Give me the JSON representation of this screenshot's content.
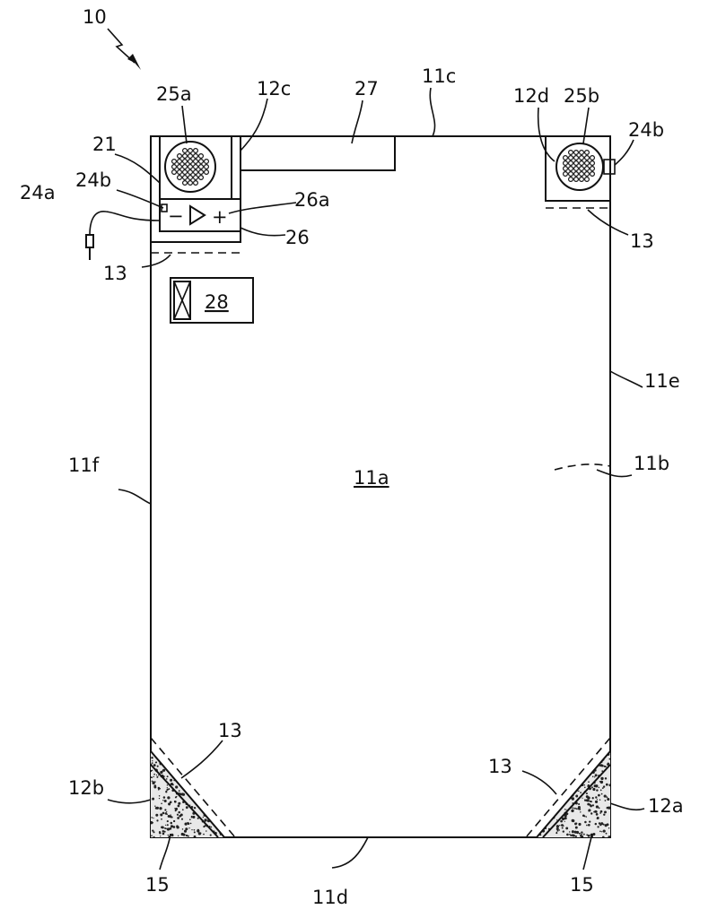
{
  "labels": {
    "device": "10",
    "front_face": "11a",
    "back_face": "11b",
    "top_edge": "11c",
    "bottom_edge": "11d",
    "right_edge": "11e",
    "left_edge": "11f",
    "pocket_top_left": "12c",
    "pocket_top_right": "12d",
    "pocket_bottom_left": "12b",
    "pocket_bottom_right": "12a",
    "seam_a": "13",
    "seam_b": "13",
    "seam_c": "13",
    "seam_d": "13",
    "fill_left": "15",
    "fill_right": "15",
    "housing": "21",
    "plug": "24a",
    "jack_left": "24b",
    "jack_right": "24b",
    "speaker_left": "25a",
    "speaker_right": "25b",
    "amplifier": "26",
    "amp_symbol": "26a",
    "strip": "27",
    "module": "28"
  },
  "amp": {
    "minus": "−",
    "plus": "+"
  }
}
